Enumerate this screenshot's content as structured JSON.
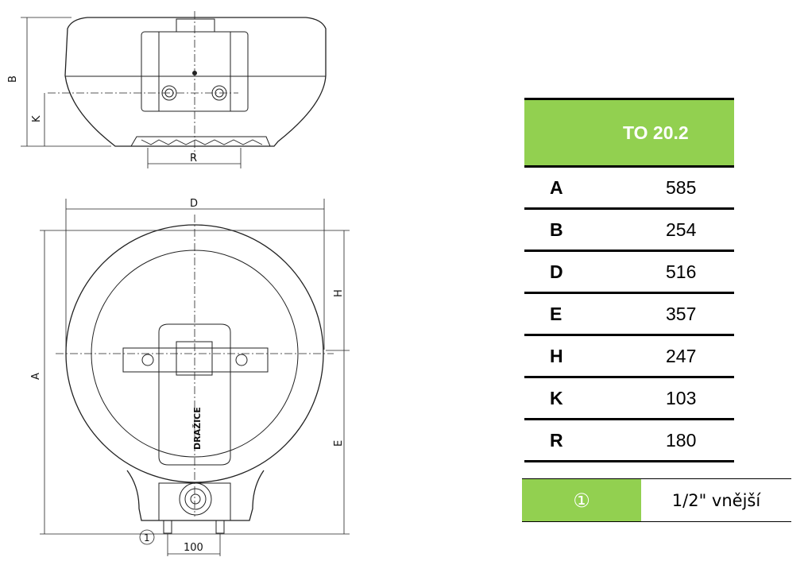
{
  "drawing": {
    "top_view": {
      "label_b": "B",
      "label_k": "K",
      "label_r": "R"
    },
    "front_view": {
      "label_d": "D",
      "label_a": "A",
      "label_h": "H",
      "label_e": "E",
      "label_100": "100",
      "marker_1": "1",
      "brand": "DRAŽICE"
    }
  },
  "table": {
    "model": "TO 20.2",
    "rows": [
      {
        "key": "A",
        "value": "585"
      },
      {
        "key": "B",
        "value": "254"
      },
      {
        "key": "D",
        "value": "516"
      },
      {
        "key": "E",
        "value": "357"
      },
      {
        "key": "H",
        "value": "247"
      },
      {
        "key": "K",
        "value": "103"
      },
      {
        "key": "R",
        "value": "180"
      }
    ]
  },
  "legend": {
    "symbol": "①",
    "description": "1/2\" vnější"
  },
  "colors": {
    "accent": "#92d050",
    "line": "#000000"
  }
}
